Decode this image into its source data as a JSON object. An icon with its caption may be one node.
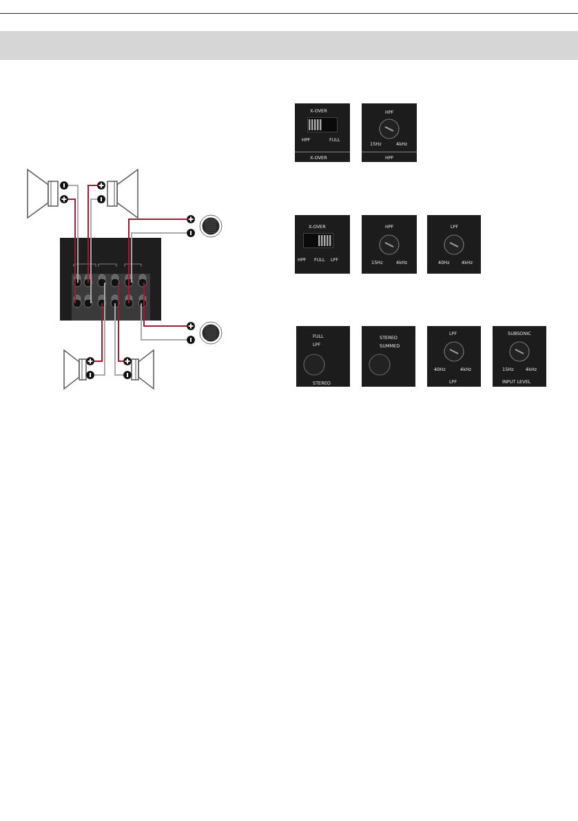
{
  "diagram": {
    "nodes": [
      {
        "text": [],
        "shape": "speaker"
      },
      {
        "text": [],
        "shape": "speaker"
      },
      {
        "text": [],
        "shape": "speaker"
      },
      {
        "text": [],
        "shape": "picture"
      },
      {
        "text": [],
        "shape": "speaker"
      },
      {
        "text": [],
        "shape": "speaker"
      },
      {
        "text": [],
        "shape": "speaker"
      },
      {
        "text": [
          "X-OVER",
          "HPF",
          "FULL",
          "X-OVER"
        ]
      },
      {
        "text": [
          "HPF",
          "15Hz",
          "4kHz",
          "HPF"
        ]
      },
      {
        "text": [
          "X-OVER",
          "HPF",
          "FULL",
          "LPF"
        ]
      },
      {
        "text": [
          "HPF",
          "15Hz",
          "4kHz"
        ]
      },
      {
        "text": [
          "LPF",
          "40Hz",
          "4kHz"
        ]
      },
      {
        "text": [
          "FULL",
          "LPF",
          "STEREO"
        ]
      },
      {
        "text": [
          "STEREO",
          "SUMMED"
        ]
      },
      {
        "text": [
          "LPF",
          "40Hz",
          "4kHz",
          "LPF"
        ]
      },
      {
        "text": [
          "SUBSONIC",
          "15Hz",
          "4kHz",
          "INPUT LEVEL"
        ]
      }
    ],
    "edges": [
      {
        "from": 0,
        "to": 3,
        "arrow": "none",
        "color": "#a9a9a9"
      },
      {
        "from": 0,
        "to": 3,
        "arrow": "none",
        "color": "#9b1b30"
      },
      {
        "from": 1,
        "to": 3,
        "arrow": "none",
        "color": "#9b1b30"
      },
      {
        "from": 1,
        "to": 3,
        "arrow": "none",
        "color": "#a9a9a9"
      },
      {
        "from": 2,
        "to": 3,
        "arrow": "none",
        "color": "#9b1b30"
      },
      {
        "from": 2,
        "to": 3,
        "arrow": "none",
        "color": "#a9a9a9"
      },
      {
        "from": 4,
        "to": 3,
        "arrow": "none",
        "color": "#9b1b30"
      },
      {
        "from": 4,
        "to": 3,
        "arrow": "none",
        "color": "#a9a9a9"
      },
      {
        "from": 5,
        "to": 3,
        "arrow": "none",
        "color": "#9b1b30"
      },
      {
        "from": 5,
        "to": 3,
        "arrow": "none",
        "color": "#a9a9a9"
      },
      {
        "from": 6,
        "to": 3,
        "arrow": "none",
        "color": "#9b1b30"
      },
      {
        "from": 6,
        "to": 3,
        "arrow": "none",
        "color": "#a9a9a9"
      }
    ]
  }
}
